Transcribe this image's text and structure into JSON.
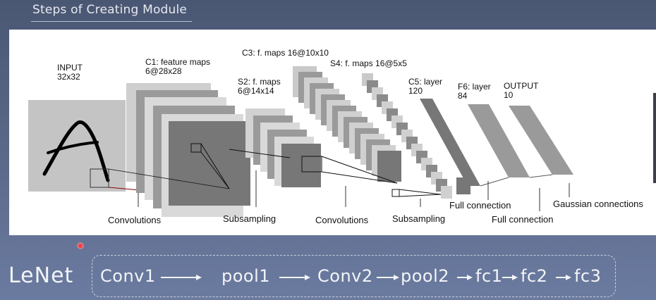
{
  "slide": {
    "title": "Steps of Creating Module"
  },
  "diagram": {
    "input_label": "INPUT\n32x32",
    "c1_label": "C1: feature maps\n6@28x28",
    "s2_label": "S2: f. maps\n6@14x14",
    "c3_label": "C3: f. maps 16@10x10",
    "s4_label": "S4: f. maps 16@5x5",
    "c5_label": "C5: layer\n120",
    "f6_label": "F6: layer\n84",
    "output_label": "OUTPUT\n10",
    "bottom_labels": {
      "convolutions_1": "Convolutions",
      "subsampling_1": "Subsampling",
      "convolutions_2": "Convolutions",
      "subsampling_2": "Subsampling",
      "full_connection_1": "Full connection",
      "full_connection_2": "Full connection",
      "gaussian": "Gaussian connections"
    }
  },
  "pipeline": {
    "model_name": "LeNet",
    "steps": [
      "Conv1",
      "pool1",
      "Conv2",
      "pool2",
      "fc1",
      "fc2",
      "fc3"
    ]
  },
  "colors": {
    "accent_dot": "#ff3b3b",
    "map_dark": "#7a7a7a",
    "map_light": "#c8c8c8"
  }
}
